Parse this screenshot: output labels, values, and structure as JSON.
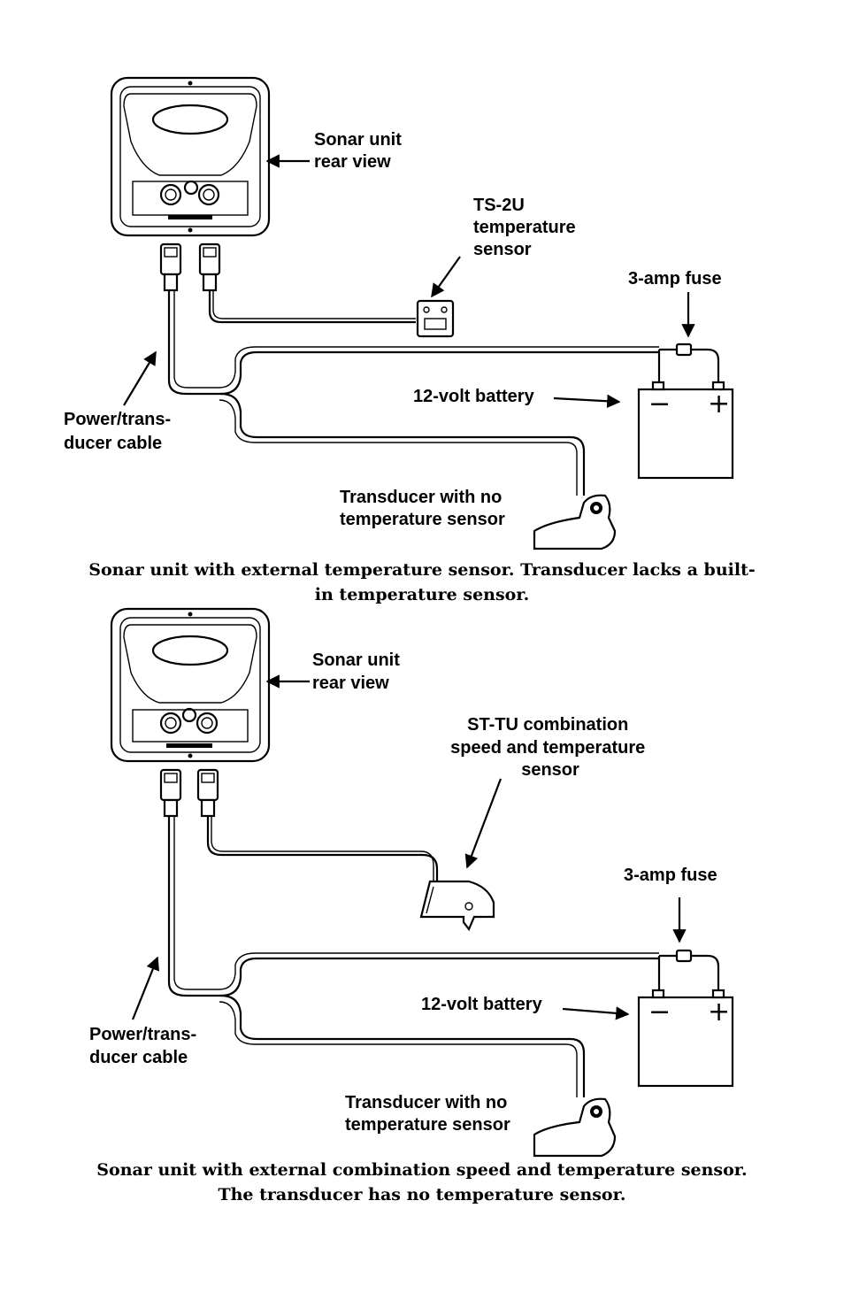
{
  "diagram1": {
    "labels": {
      "sonar_unit": [
        "Sonar unit",
        "rear view"
      ],
      "temp_sensor": [
        "TS-2U",
        "temperature",
        "sensor"
      ],
      "fuse": "3-amp fuse",
      "battery": "12-volt battery",
      "cable": [
        "Power/trans-",
        "ducer cable"
      ],
      "transducer": [
        "Transducer with no",
        "temperature sensor"
      ],
      "minus": "−",
      "plus": "+"
    },
    "caption": [
      "Sonar unit with external temperature sensor. Transducer lacks a built-",
      "in temperature sensor."
    ]
  },
  "diagram2": {
    "labels": {
      "sonar_unit": [
        "Sonar unit",
        "rear view"
      ],
      "speed_sensor": [
        "ST-TU combination",
        "speed and temperature",
        "sensor"
      ],
      "fuse": "3-amp fuse",
      "battery": "12-volt battery",
      "cable": [
        "Power/trans-",
        "ducer cable"
      ],
      "transducer": [
        "Transducer with no",
        "temperature sensor"
      ],
      "minus": "−",
      "plus": "+"
    },
    "caption": [
      "Sonar unit with external combination speed and temperature sensor.",
      "The transducer has no temperature sensor."
    ]
  }
}
